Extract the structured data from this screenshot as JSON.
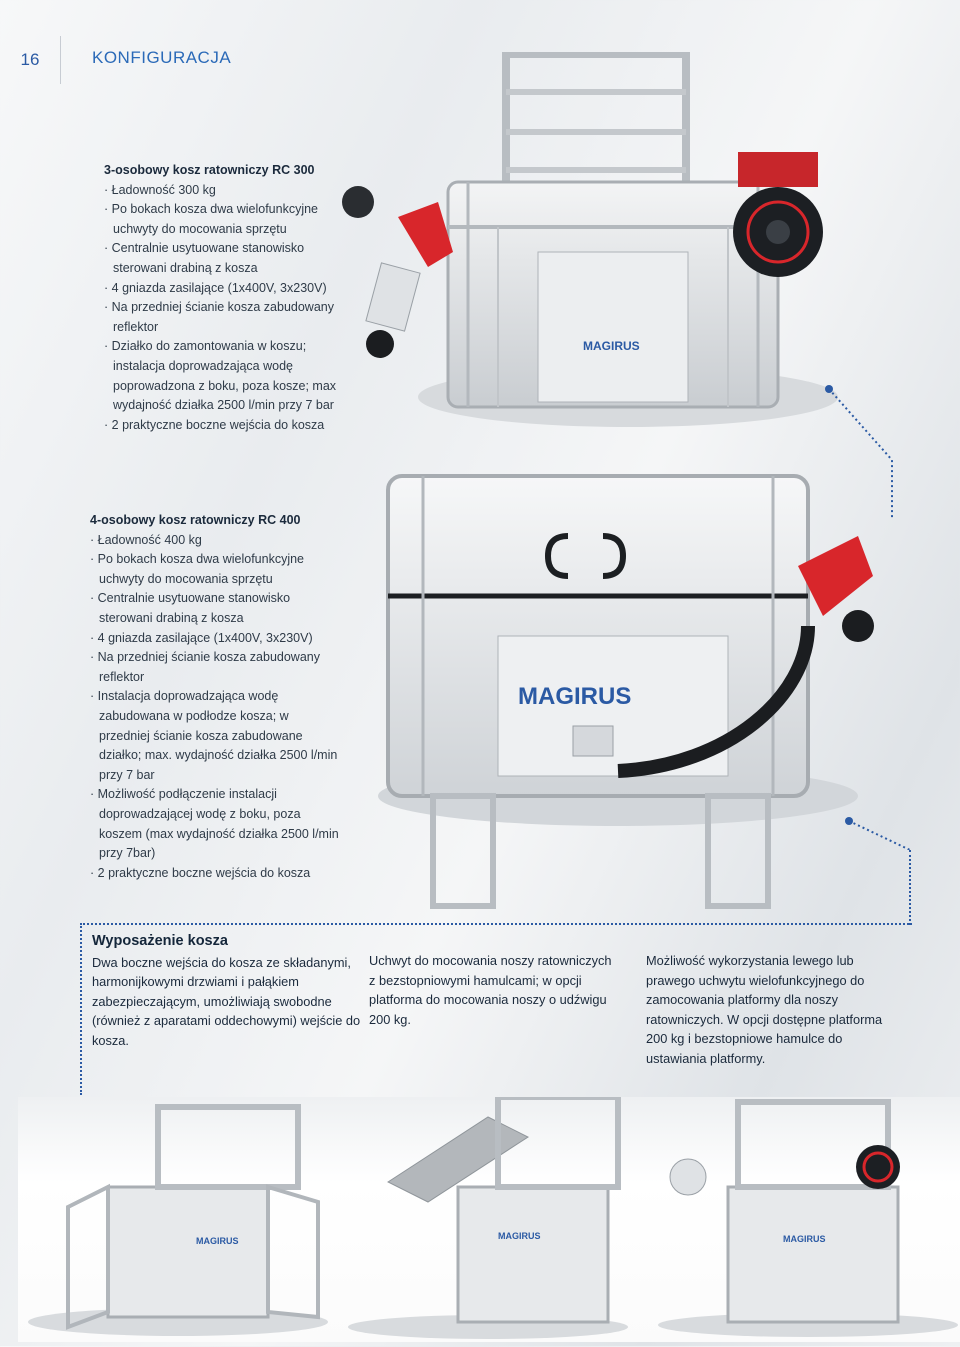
{
  "page": {
    "number": "16",
    "section": "KONFIGURACJA"
  },
  "spec_rc300": {
    "title": "3-osobowy kosz ratowniczy RC 300",
    "items": [
      "Ładowność 300 kg",
      "Po bokach kosza dwa wielofunkcyjne uchwyty do mocowania sprzętu",
      "Centralnie usytuowane stanowisko sterowani drabiną z kosza",
      "4 gniazda zasilające (1x400V, 3x230V)",
      "Na przedniej ścianie kosza zabudowany reflektor",
      "Działko do zamontowania w koszu; instalacja doprowadzająca wodę poprowadzona z boku, poza kosze; max wydajność działka 2500 l/min przy 7 bar",
      "2 praktyczne boczne wejścia do kosza"
    ]
  },
  "spec_rc400": {
    "title": "4-osobowy kosz ratowniczy RC 400",
    "items": [
      "Ładowność 400 kg",
      "Po bokach kosza dwa wielofunkcyjne uchwyty do mocowania sprzętu",
      "Centralnie usytuowane stanowisko sterowani drabiną z kosza",
      "4 gniazda zasilające (1x400V, 3x230V)",
      "Na przedniej ścianie kosza zabudowany reflektor",
      "Instalacja doprowadzająca wodę zabudowana w podłodze kosza; w przedniej ścianie kosza zabudowane działko; max. wydajność działka 2500 l/min przy 7 bar",
      "Możliwość podłączenie instalacji doprowadzającej wodę z boku, poza koszem (max wydajność działka 2500 l/min przy 7bar)",
      "2 praktyczne boczne wejścia do kosza"
    ]
  },
  "equipment": {
    "title": "Wyposażenie kosza",
    "col1": "Dwa boczne wejścia do kosza ze składanymi, harmonijkowymi drzwiami i pałąkiem zabezpieczającym, umożliwiają swobodne (również z aparatami oddechowymi) wejście do kosza.",
    "col2": "Uchwyt do mocowania noszy ratowniczych z bezstopniowymi hamulcami; w opcji platforma do mocowania noszy o udźwigu 200 kg.",
    "col3": "Możliwość wykorzystania lewego lub prawego uchwytu wielofunkcyjnego do zamocowania platformy dla noszy ratowniczych. W opcji dostępne platforma 200 kg i bezstopniowe hamulce do ustawiania platformy."
  },
  "brand_mark": "MAGIRUS",
  "colors": {
    "accent": "#2b6ab8",
    "dark_navy": "#14263a",
    "nozzle_red": "#d8262b"
  }
}
